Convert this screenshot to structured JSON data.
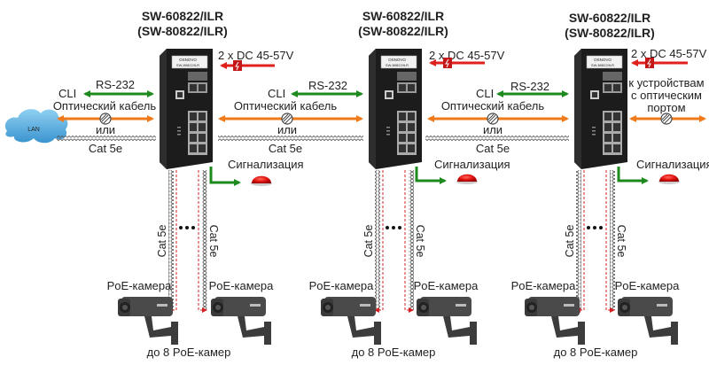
{
  "diagram": {
    "switches": [
      {
        "model": "SW-60822/ILR",
        "model_alt": "(SW-80822/ILR)",
        "front_label_brand": "OSNOVO",
        "front_label_model": "SW-80822/ILR",
        "power_label": "2 x DC 45-57V",
        "alarm_label": "Сигнализация",
        "left_link": {
          "serial_label": "RS-232",
          "cli_label": "CLI",
          "optic_label": "Оптический кабель",
          "or_label": "или",
          "copper_label": "Cat 5e"
        },
        "downlinks": {
          "left_cable": "Cat 5e",
          "right_cable": "Cat 5e",
          "left_camera": "PoE-камера",
          "right_camera": "PoE-камера",
          "caption": "до 8 PoE-камер"
        }
      },
      {
        "model": "SW-60822/ILR",
        "model_alt": "(SW-80822/ILR)",
        "front_label_brand": "OSNOVO",
        "front_label_model": "SW-80822/ILR",
        "power_label": "2 x DC 45-57V",
        "alarm_label": "Сигнализация",
        "left_link": {
          "serial_label": "RS-232",
          "cli_label": "CLI",
          "optic_label": "Оптический кабель",
          "or_label": "или",
          "copper_label": "Cat 5e"
        },
        "downlinks": {
          "left_cable": "Cat 5e",
          "right_cable": "Cat 5e",
          "left_camera": "PoE-камера",
          "right_camera": "PoE-камера",
          "caption": "до 8 PoE-камер"
        }
      },
      {
        "model": "SW-60822/ILR",
        "model_alt": "(SW-80822/ILR)",
        "front_label_brand": "OSNOVO",
        "front_label_model": "SW-80822/ILR",
        "power_label": "2 x DC 45-57V",
        "alarm_label": "Сигнализация",
        "left_link": {
          "serial_label": "RS-232",
          "cli_label": "CLI",
          "optic_label": "Оптический кабель",
          "or_label": "или",
          "copper_label": "Cat 5e"
        },
        "downlinks": {
          "left_cable": "Cat 5e",
          "right_cable": "Cat 5e",
          "left_camera": "PoE-камера",
          "right_camera": "PoE-камера",
          "caption": "до 8 PoE-камер"
        }
      }
    ],
    "lan_cloud_label": "LAN",
    "end_device_label_lines": [
      "к устройствам",
      "с оптическим",
      "портом"
    ],
    "colors": {
      "serial_arrow": "#1e8a1e",
      "optic_arrow": "#f07a1a",
      "power_arrow": "#e0201c",
      "alarm_arrow": "#1e8a1e",
      "poe_line": "#d42020",
      "cloud": "#4aa6dc",
      "switch_body": "#1c1c1c",
      "camera_body": "#4a4a4a"
    }
  }
}
